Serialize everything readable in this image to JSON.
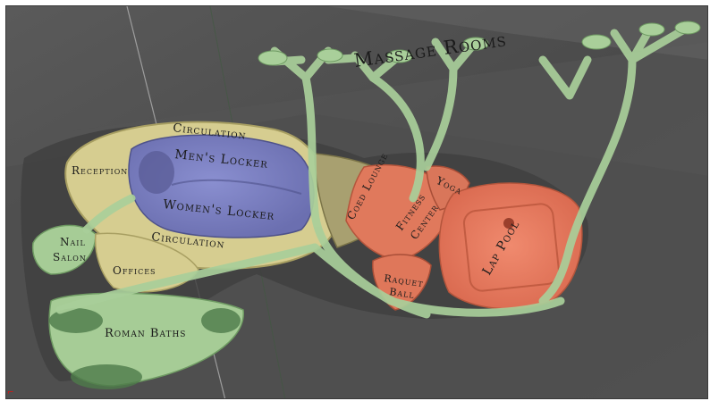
{
  "viewport": {
    "colors": {
      "background": "#4e4e4e",
      "circulation": "#d8cf93",
      "lockers": "#7d82c4",
      "fitness": "#e17a5e",
      "pool": "#ec7a5e",
      "green_paths": "#a9cf9a",
      "ground": "#6a6a6a"
    }
  },
  "labels": {
    "massage_rooms": "Massage Rooms",
    "circulation_top": "Circulation",
    "mens_locker": "Men's Locker",
    "reception": "Reception",
    "womens_locker": "Women's Locker",
    "circulation_bottom": "Circulation",
    "nail": "Nail",
    "salon": "Salon",
    "offices": "Offices",
    "roman_baths": "Roman Baths",
    "coed_lounge": "Coed Lounge",
    "yoga": "Yoga",
    "fitness": "Fitness",
    "center": "Center",
    "raquet": "Raquet",
    "ball": "Ball",
    "lap_pool": "Lap Pool"
  },
  "icons": {
    "axis_marker": "axis-marker-icon"
  }
}
